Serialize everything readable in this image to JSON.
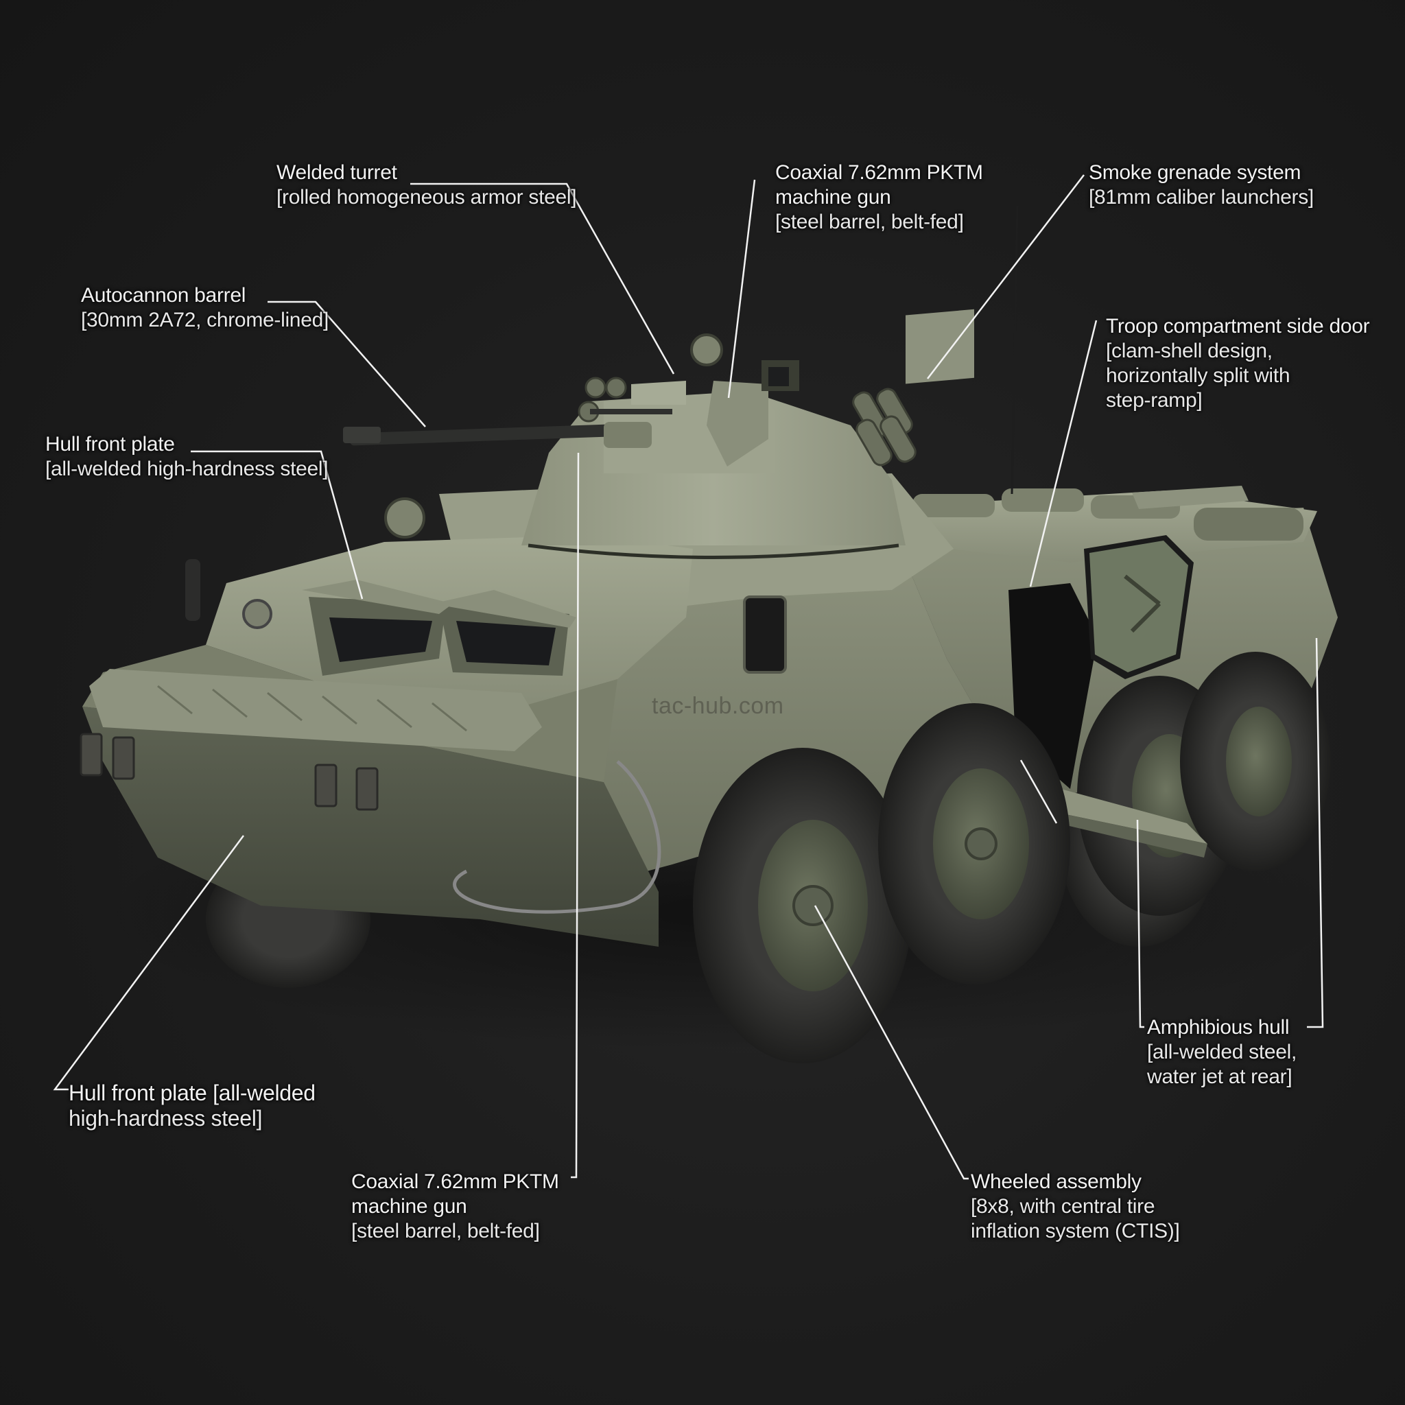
{
  "figure": {
    "subject": "8x8 wheeled armoured personnel carrier with autocannon turret",
    "background_color": "#1c1c1c",
    "vehicle_color": "#8a8f7a",
    "vehicle_shadow_color": "#5c6152",
    "tire_color": "#2a2a2a",
    "leader_line_color": "#f2f2f2",
    "label_color": "#f2f2f2",
    "watermark": "tac-hub.com"
  },
  "labels": [
    {
      "id": "welded-turret",
      "title": "Welded turret",
      "spec": "[rolled homogeneous armor steel]"
    },
    {
      "id": "coaxial-mg-top",
      "title": "Coaxial 7.62mm PKTM",
      "title2": "machine gun",
      "spec": "[steel barrel, belt-fed]"
    },
    {
      "id": "smoke-grenade",
      "title": "Smoke grenade system",
      "spec": "[81mm caliber launchers]"
    },
    {
      "id": "autocannon",
      "title": "Autocannon barrel",
      "spec": "[30mm 2A72, chrome-lined]"
    },
    {
      "id": "troop-door",
      "title": "Troop compartment side door",
      "spec": "[clam-shell design,",
      "spec2": "horizontally split with",
      "spec3": "step-ramp]"
    },
    {
      "id": "hull-front-top",
      "title": "Hull front plate",
      "spec": "[all-welded high-hardness steel]"
    },
    {
      "id": "hull-front-bottom",
      "title": "Hull front plate [all-welded",
      "spec": "high-hardness steel]"
    },
    {
      "id": "coaxial-mg-bottom",
      "title": "Coaxial 7.62mm PKTM",
      "title2": "machine gun",
      "spec": "[steel barrel, belt-fed]"
    },
    {
      "id": "amphibious-hull",
      "title": "Amphibious hull",
      "spec": "[all-welded steel,",
      "spec2": "water jet at rear]"
    },
    {
      "id": "wheeled-assembly",
      "title": "Wheeled assembly",
      "spec": "[8x8, with central tire",
      "spec2": "inflation system (CTIS)]"
    }
  ]
}
